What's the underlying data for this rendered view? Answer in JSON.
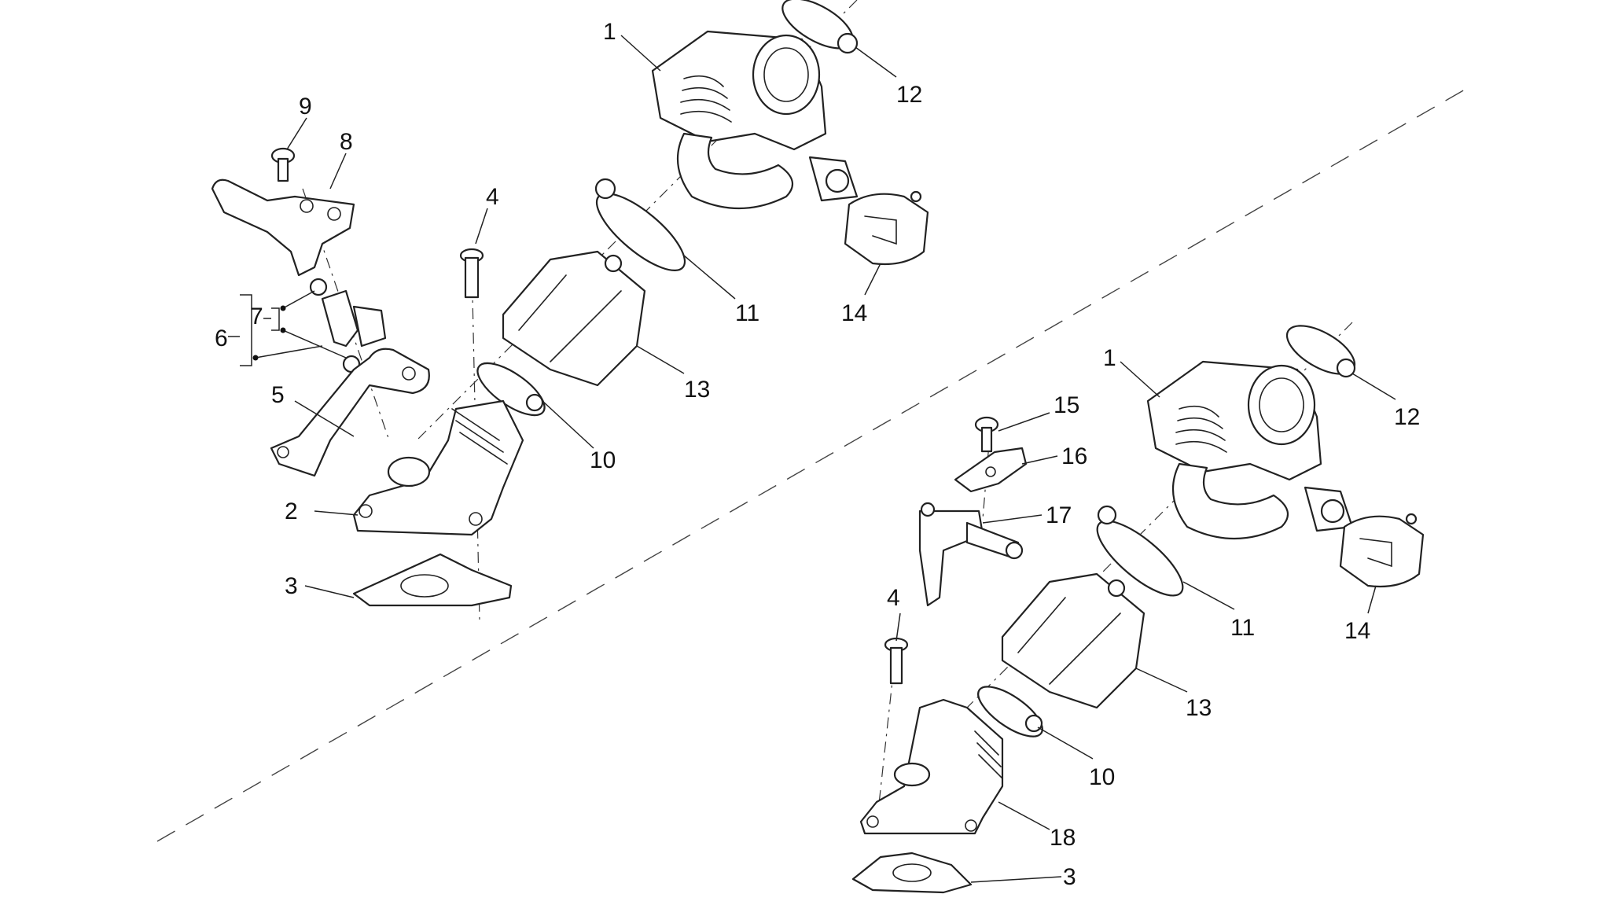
{
  "diagram": {
    "callouts_left": [
      {
        "id": "1"
      },
      {
        "id": "2"
      },
      {
        "id": "3"
      },
      {
        "id": "4"
      },
      {
        "id": "5"
      },
      {
        "id": "6"
      },
      {
        "id": "7"
      },
      {
        "id": "8"
      },
      {
        "id": "9"
      },
      {
        "id": "10"
      },
      {
        "id": "11"
      },
      {
        "id": "12"
      },
      {
        "id": "13"
      },
      {
        "id": "14"
      }
    ],
    "callouts_right": [
      {
        "id": "1"
      },
      {
        "id": "3"
      },
      {
        "id": "4"
      },
      {
        "id": "10"
      },
      {
        "id": "11"
      },
      {
        "id": "12"
      },
      {
        "id": "13"
      },
      {
        "id": "14"
      },
      {
        "id": "15"
      },
      {
        "id": "16"
      },
      {
        "id": "17"
      },
      {
        "id": "18"
      }
    ]
  }
}
